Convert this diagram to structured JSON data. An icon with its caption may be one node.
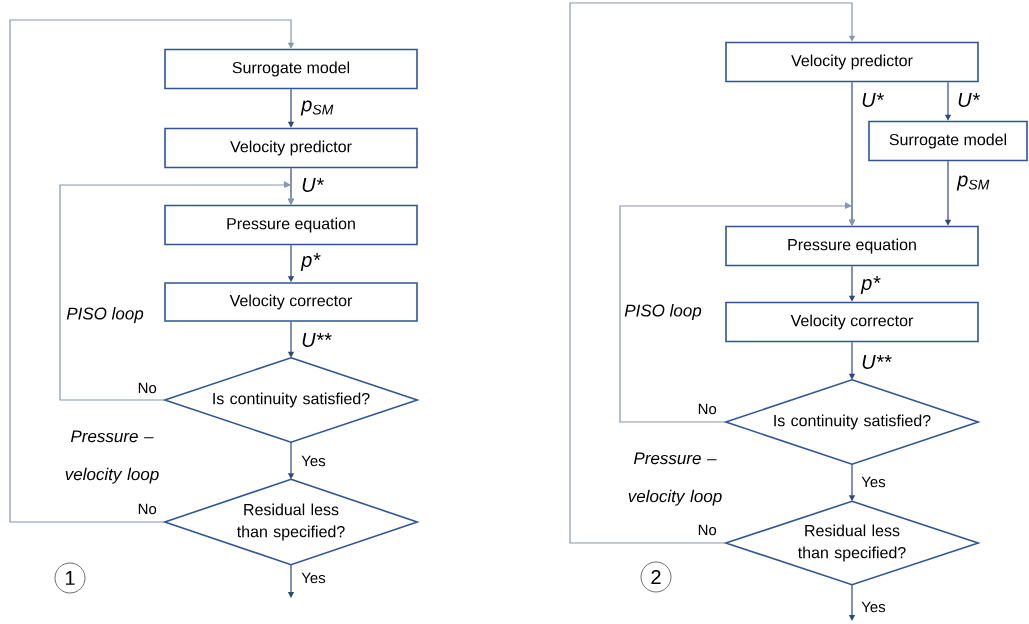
{
  "diagram": {
    "nodes": [
      {
        "text": [
          "Surrogate model"
        ]
      },
      {
        "text": [
          "Velocity predictor"
        ]
      },
      {
        "text": [
          "Pressure equation"
        ]
      },
      {
        "text": [
          "Velocity corrector"
        ]
      },
      {
        "text": [
          "Is continuity satisfied?"
        ]
      },
      {
        "text": [
          "Residual less than specified?"
        ]
      },
      {
        "text": [
          "Velocity predictor"
        ]
      },
      {
        "text": [
          "Surrogate model"
        ]
      },
      {
        "text": [
          "Pressure equation"
        ]
      },
      {
        "text": [
          "Velocity corrector"
        ]
      },
      {
        "text": [
          "Is continuity satisfied?"
        ]
      },
      {
        "text": [
          "Residual less than specified?"
        ]
      }
    ],
    "edges": [
      {
        "from": 0,
        "to": 1,
        "arrow": "to",
        "label": "p$_{SM}$"
      },
      {
        "from": 1,
        "to": 2,
        "arrow": "to",
        "label": "U*"
      },
      {
        "from": 2,
        "to": 3,
        "arrow": "to",
        "label": "p*"
      },
      {
        "from": 3,
        "to": 4,
        "arrow": "to",
        "label": "U**"
      },
      {
        "from": 4,
        "to": 5,
        "arrow": "to",
        "label": "Yes"
      },
      {
        "from": 5,
        "to": null,
        "arrow": "to",
        "label": "Yes"
      },
      {
        "from": 4,
        "to": 2,
        "arrow": "to",
        "label": "No",
        "color": "#8796ae"
      },
      {
        "from": 5,
        "to": 0,
        "arrow": "to",
        "label": "No",
        "color": "#8796ae"
      },
      {
        "from": 6,
        "to": 8,
        "arrow": "to",
        "label": "U*"
      },
      {
        "from": 6,
        "to": 7,
        "arrow": "to",
        "label": "U*"
      },
      {
        "from": 7,
        "to": 8,
        "arrow": "to",
        "label": "p$_{SM}$"
      },
      {
        "from": 8,
        "to": 9,
        "arrow": "to",
        "label": "p*"
      },
      {
        "from": 9,
        "to": 10,
        "arrow": "to",
        "label": "U**"
      },
      {
        "from": 10,
        "to": 11,
        "arrow": "to",
        "label": "Yes"
      },
      {
        "from": 11,
        "to": null,
        "arrow": "to",
        "label": "Yes"
      },
      {
        "from": 10,
        "to": 8,
        "arrow": "to",
        "label": "No",
        "color": "#8796ae"
      },
      {
        "from": 11,
        "to": 6,
        "arrow": "to",
        "label": "No",
        "color": "#8796ae"
      }
    ],
    "labels": [
      "PISO loop",
      "Pressure – velocity loop",
      "1",
      "PISO loop",
      "Pressure – velocity loop",
      "2"
    ]
  }
}
